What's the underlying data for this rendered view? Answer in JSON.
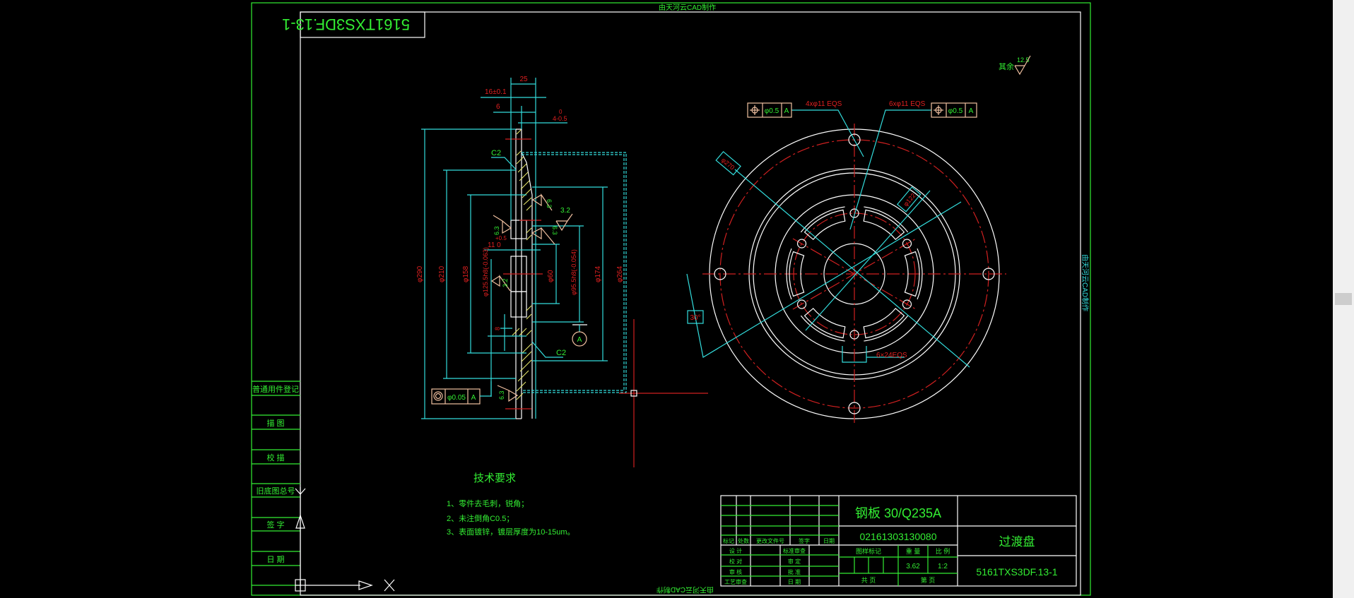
{
  "watermark": {
    "top": "由天河云CAD制作",
    "bottom": "由天河云CAD制作",
    "right": "由天河云CAD制作"
  },
  "drawing_number_flipped": "5161TXS3DF.13-1",
  "left_strip": [
    "普通用件登记",
    "描  图",
    "校  描",
    "旧底图总号",
    "签  字",
    "日  期"
  ],
  "section_view": {
    "dims": {
      "d25": "25",
      "d16": "16±0.1",
      "d6": "6",
      "d4_top": "0",
      "d4": "4-0.5",
      "phi290": "φ290",
      "phi210": "φ210",
      "phi158": "φ158",
      "phi125": "φ125.5h8(-0.063)",
      "phi60": "φ60",
      "phi95": "φ95.5h8(-0.054)",
      "phi174": "φ174",
      "phi264": "φ264",
      "d11": "11 0",
      "d11_tol": "+0.5",
      "d8": "8"
    },
    "chamfer1": "C2",
    "chamfer2": "C2",
    "roughness": [
      "6.3",
      "3.2",
      "6.3",
      "6.3",
      "3.2",
      "6.3"
    ],
    "datum": "A",
    "fcf": {
      "tolerance": "φ0.05",
      "datum": "A"
    }
  },
  "front_view": {
    "holes_outer": "4xφ11 EQS",
    "holes_inner": "6xφ11 EQS",
    "fcf_left": {
      "tolerance": "φ0.5",
      "datum": "A"
    },
    "fcf_right": {
      "tolerance": "φ0.5",
      "datum": "A"
    },
    "phi270": "φ270",
    "phi122": "φ122",
    "angle": "30°",
    "slots": "6×24EQS"
  },
  "roughness_other": {
    "label": "其余",
    "value": "12.5"
  },
  "tech_req": {
    "title": "技术要求",
    "items": [
      "1、零件去毛刺，锐角；",
      "2、未注倒角C0.5；",
      "3、表面镀锌，镀层厚度为10-15um。"
    ]
  },
  "title_block": {
    "material": "钢板 30/Q235A",
    "code": "02161303130080",
    "part_name": "过渡盘",
    "drawing_no": "5161TXS3DF.13-1",
    "rev_headers": [
      "标记",
      "处数",
      "更改文件号",
      "签字",
      "日期"
    ],
    "roles": [
      "设  计",
      "校  对",
      "审  核",
      "工艺审查"
    ],
    "roles2": [
      "标准审查",
      "审  定",
      "批  准",
      "日  期"
    ],
    "mark_header": "图样标记",
    "weight_header": "重  量",
    "scale_header": "比  例",
    "weight": "3.62",
    "scale": "1:2",
    "total_pages": "共    页",
    "page": "第    页"
  },
  "colors": {
    "frame": "#33ee33",
    "geometry": "#ffffff",
    "dimension": "#33dddd",
    "center": "#d02020",
    "symbol": "#f0c0a0"
  }
}
